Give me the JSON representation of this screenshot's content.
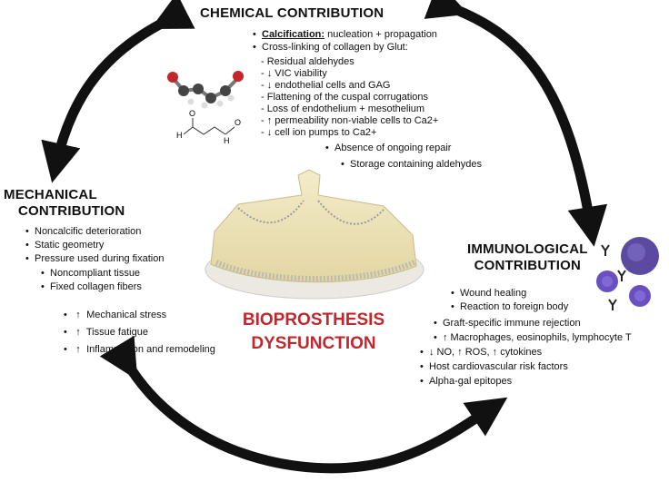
{
  "center_title": {
    "line1": "BIOPROSTHESIS",
    "line2": "DYSFUNCTION"
  },
  "chemical": {
    "heading": "CHEMICAL CONTRIBUTION",
    "calcification_label": "Calcification:",
    "calcification_text": " nucleation + propagation",
    "crosslink": "Cross-linking of collagen by Glut:",
    "items": [
      "- Residual aldehydes",
      "- ↓ VIC viability",
      "- ↓  endothelial cells and GAG",
      "- Flattening of the cuspal corrugations",
      "- Loss of endothelium + mesothelium",
      "- ↑ permeability non-viable cells to Ca2+",
      "- ↓ cell ion pumps to Ca2+"
    ],
    "extra": [
      "Absence of ongoing repair",
      "Storage containing aldehydes"
    ],
    "molecule_labels": {
      "o": "O",
      "h": "H"
    }
  },
  "mechanical": {
    "heading_line1": "MECHANICAL",
    "heading_line2": "CONTRIBUTION",
    "items": [
      "Noncalcific deterioration",
      "Static geometry",
      "Pressure used during fixation"
    ],
    "sub_items": [
      "Noncompliant tissue",
      "Fixed collagen fibers"
    ],
    "arrow_items": [
      {
        "arrow": "↑",
        "text": "Mechanical stress"
      },
      {
        "arrow": "↑",
        "text": "Tissue fatigue"
      },
      {
        "arrow": "↑",
        "text": "Inflammation and remodeling"
      }
    ]
  },
  "immunological": {
    "heading_line1": "IMMUNOLOGICAL",
    "heading_line2": "CONTRIBUTION",
    "items": [
      "Wound healing",
      "Reaction to foreign body",
      "Graft-specific immune rejection",
      "↑ Macrophages, eosinophils, lymphocyte T",
      "↓ NO, ↑ ROS, ↑ cytokines",
      "Host cardiovascular risk factors",
      "Alpha-gal epitopes"
    ]
  },
  "colors": {
    "accent_red": "#c0282d",
    "arrow": "#111111",
    "cell_purple": "#6b4fb0"
  }
}
